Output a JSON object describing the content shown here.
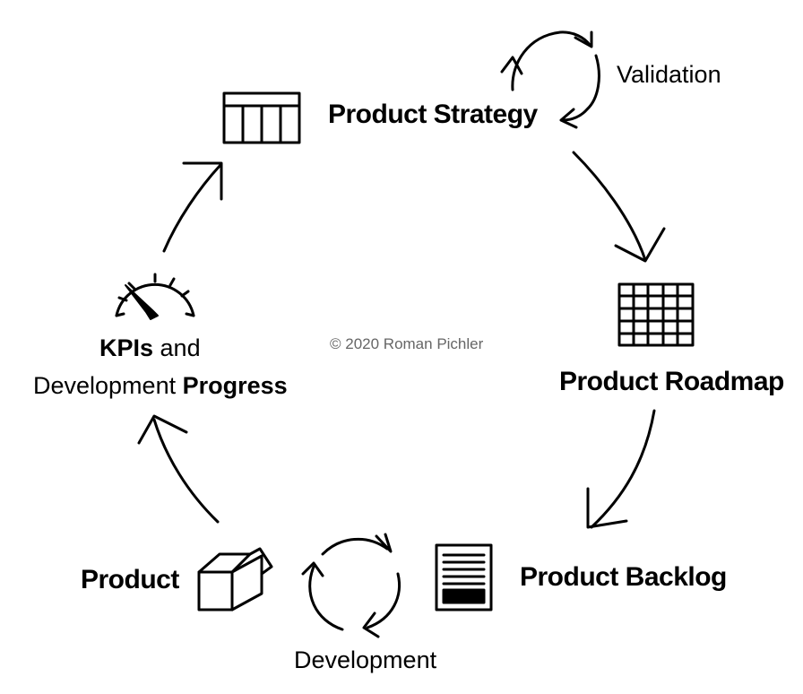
{
  "labels": {
    "product_strategy": "Product Strategy",
    "validation": "Validation",
    "product_roadmap": "Product Roadmap",
    "product_backlog": "Product Backlog",
    "development": "Development",
    "product": "Product",
    "kpis_bold": "KPIs",
    "kpis_and": " and",
    "dev_prefix": "Development ",
    "progress_bold": "Progress"
  },
  "copyright": "© 2020 Roman Pichler",
  "icons": [
    "strategy-table-icon",
    "roadmap-grid-icon",
    "backlog-list-icon",
    "product-box-icon",
    "kpi-gauge-icon",
    "validation-cycle-icon",
    "development-cycle-icon"
  ],
  "colors": {
    "ink": "#000000",
    "watermark": "#666666"
  }
}
